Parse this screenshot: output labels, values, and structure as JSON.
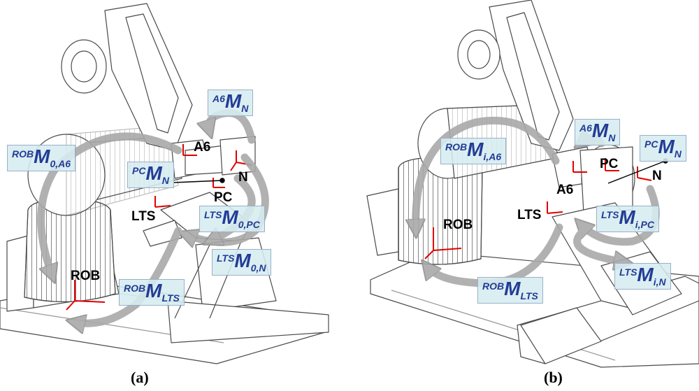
{
  "panels": [
    {
      "id": "a",
      "caption": "(a)",
      "frames": [
        "A6",
        "N",
        "PC",
        "LTS",
        "ROB"
      ],
      "transforms": [
        {
          "sup": "A6",
          "main": "M",
          "sub": "N"
        },
        {
          "sup": "ROB",
          "main": "M",
          "sub": "0,A6"
        },
        {
          "sup": "PC",
          "main": "M",
          "sub": "N"
        },
        {
          "sup": "LTS",
          "main": "M",
          "sub": "0,PC"
        },
        {
          "sup": "LTS",
          "main": "M",
          "sub": "0,N"
        },
        {
          "sup": "ROB",
          "main": "M",
          "sub": "LTS"
        }
      ]
    },
    {
      "id": "b",
      "caption": "(b)",
      "frames": [
        "PC",
        "N",
        "A6",
        "LTS",
        "ROB"
      ],
      "transforms": [
        {
          "sup": "A6",
          "main": "M",
          "sub": "N"
        },
        {
          "sup": "PC",
          "main": "M",
          "sub": "N"
        },
        {
          "sup": "ROB",
          "main": "M",
          "sub": "i,A6"
        },
        {
          "sup": "LTS",
          "main": "M",
          "sub": "i,PC"
        },
        {
          "sup": "LTS",
          "main": "M",
          "sub": "i,N"
        },
        {
          "sup": "ROB",
          "main": "M",
          "sub": "LTS"
        }
      ]
    }
  ],
  "colors": {
    "label_text": "#223c96",
    "label_fill": "#d6ecf0",
    "label_border": "#9ab0c8",
    "arrow": "#a9a9a9",
    "axes": "#e00000",
    "line_art": "#555555"
  }
}
